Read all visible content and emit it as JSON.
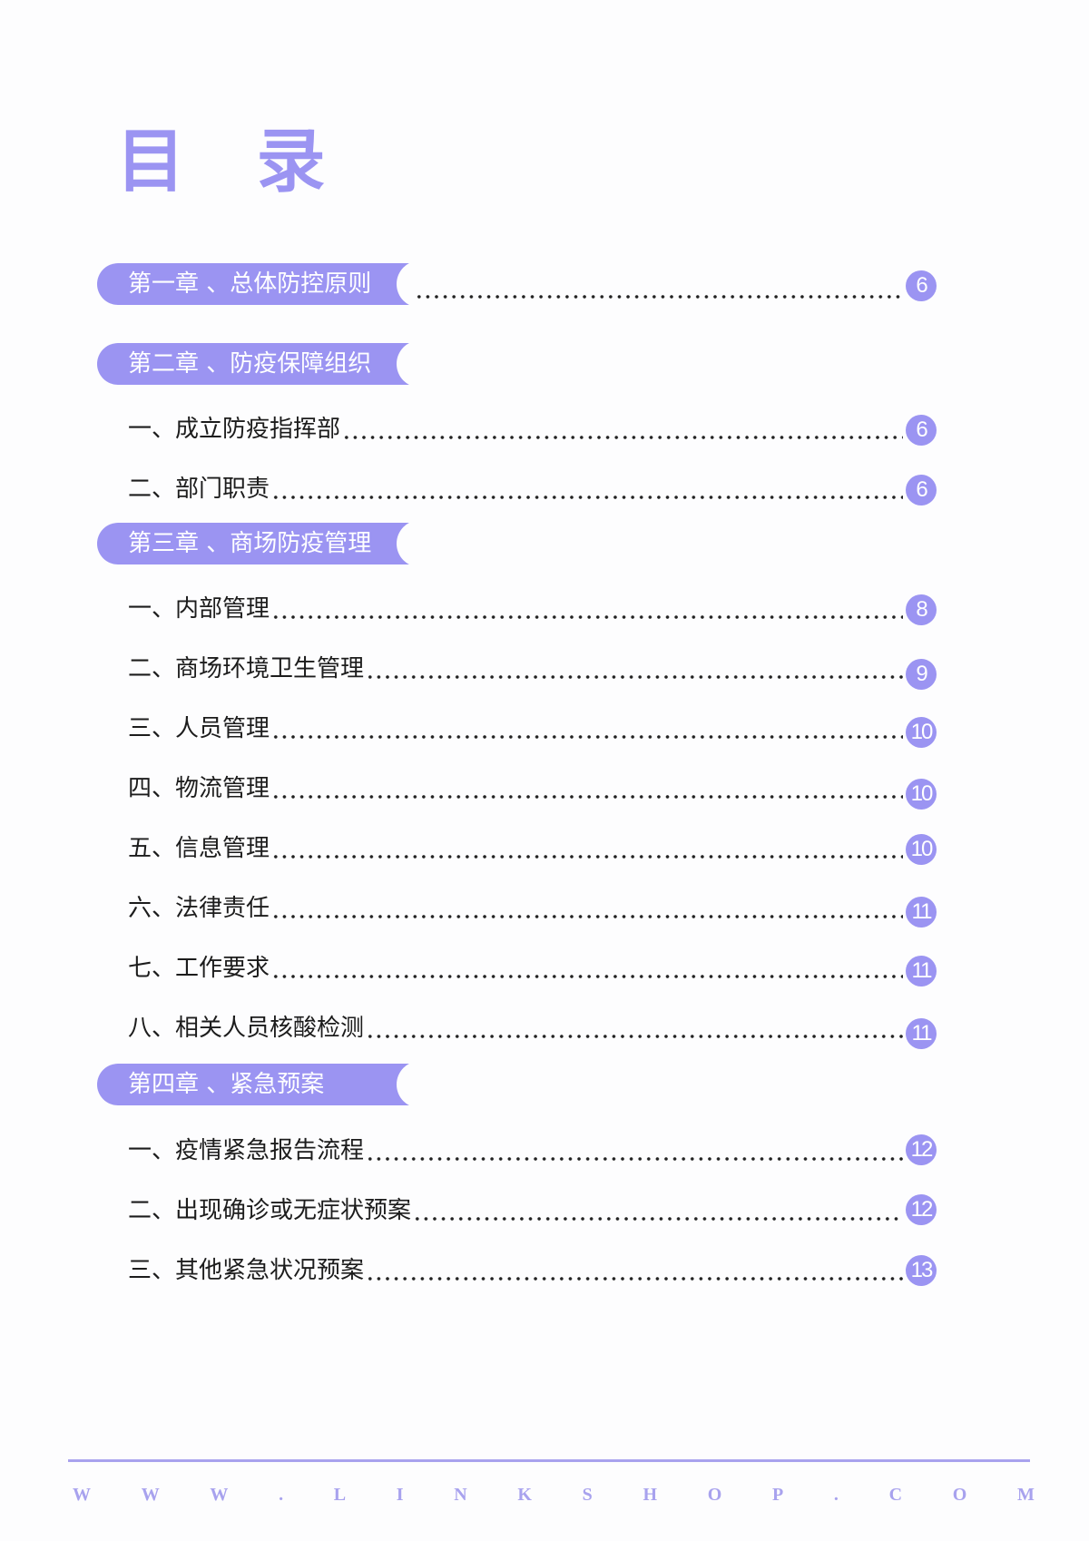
{
  "title": "目 录",
  "chapters": [
    {
      "label": "第一章 、总体防控原则",
      "page": "6"
    },
    {
      "label": "第二章 、防疫保障组织"
    },
    {
      "label": "第三章 、商场防疫管理"
    },
    {
      "label": "第四章 、紧急预案"
    }
  ],
  "items": [
    {
      "label": "一、成立防疫指挥部",
      "page": "6"
    },
    {
      "label": "二、部门职责",
      "page": "6"
    },
    {
      "label": "一、内部管理",
      "page": "8"
    },
    {
      "label": "二、商场环境卫生管理",
      "page": "9"
    },
    {
      "label": "三、人员管理",
      "page": "10"
    },
    {
      "label": "四、物流管理",
      "page": "10"
    },
    {
      "label": "五、信息管理",
      "page": "10"
    },
    {
      "label": "六、法律责任",
      "page": "11"
    },
    {
      "label": "七、工作要求",
      "page": "11"
    },
    {
      "label": "八、相关人员核酸检测",
      "page": "11"
    },
    {
      "label": "一、疫情紧急报告流程",
      "page": "12"
    },
    {
      "label": "二、出现确诊或无症状预案",
      "page": "12"
    },
    {
      "label": "三、其他紧急状况预案",
      "page": "13"
    }
  ],
  "footer": {
    "letters": [
      "W",
      "W",
      "W",
      ".",
      "L",
      "I",
      "N",
      "K",
      "S",
      "H",
      "O",
      "P",
      ".",
      "C",
      "O",
      "M"
    ]
  },
  "colors": {
    "accent": "#9b94f2",
    "footer": "#a8a2ee"
  }
}
